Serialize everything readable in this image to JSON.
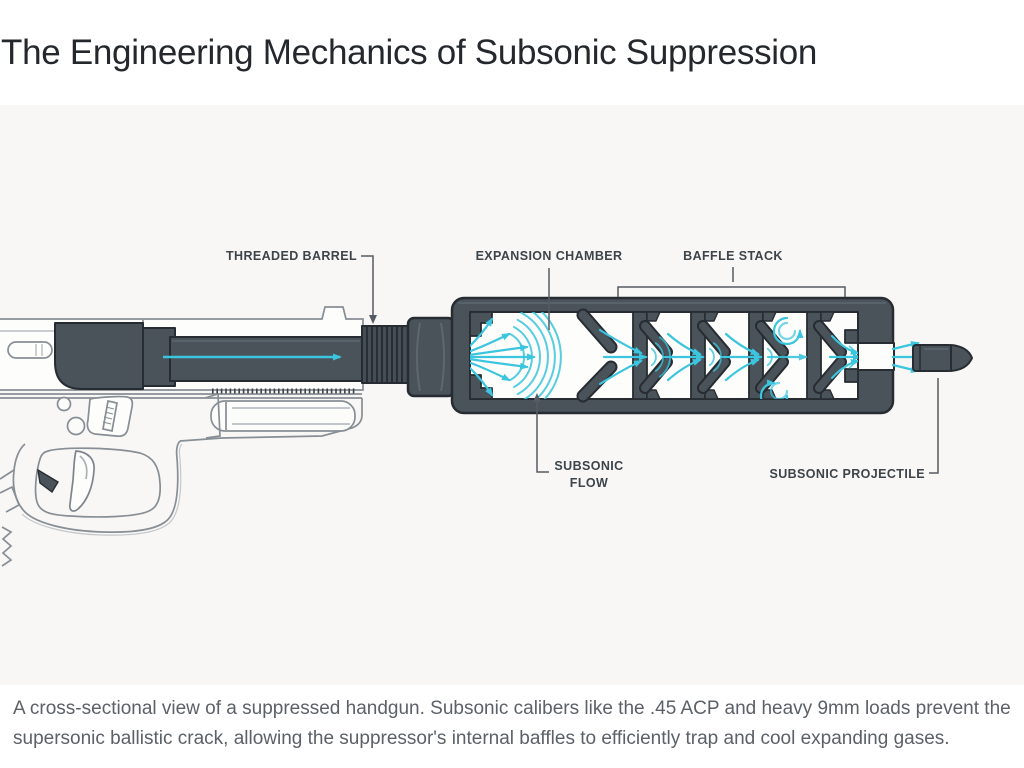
{
  "page": {
    "title": "The Engineering Mechanics of Subsonic Suppression",
    "caption": "A cross-sectional view of a suppressed handgun. Subsonic calibers like the .45 ACP and heavy 9mm loads prevent the supersonic ballistic crack, allowing the suppressor's internal baffles to efficiently trap and cool expanding gases."
  },
  "diagram": {
    "labels": {
      "threaded_barrel": "THREADED BARREL",
      "expansion_chamber": "EXPANSION CHAMBER",
      "baffle_stack": "BAFFLE STACK",
      "subsonic_flow_line1": "SUBSONIC",
      "subsonic_flow_line2": "FLOW",
      "subsonic_projectile": "SUBSONIC PROJECTILE"
    },
    "colors": {
      "metal_fill": "#4a525a",
      "metal_outline": "#262c31",
      "gas_flow_cyan": "#3bc5de",
      "lineart_gray": "#878e95",
      "label_text": "#3d444a",
      "figure_background": "#f8f7f5"
    }
  }
}
